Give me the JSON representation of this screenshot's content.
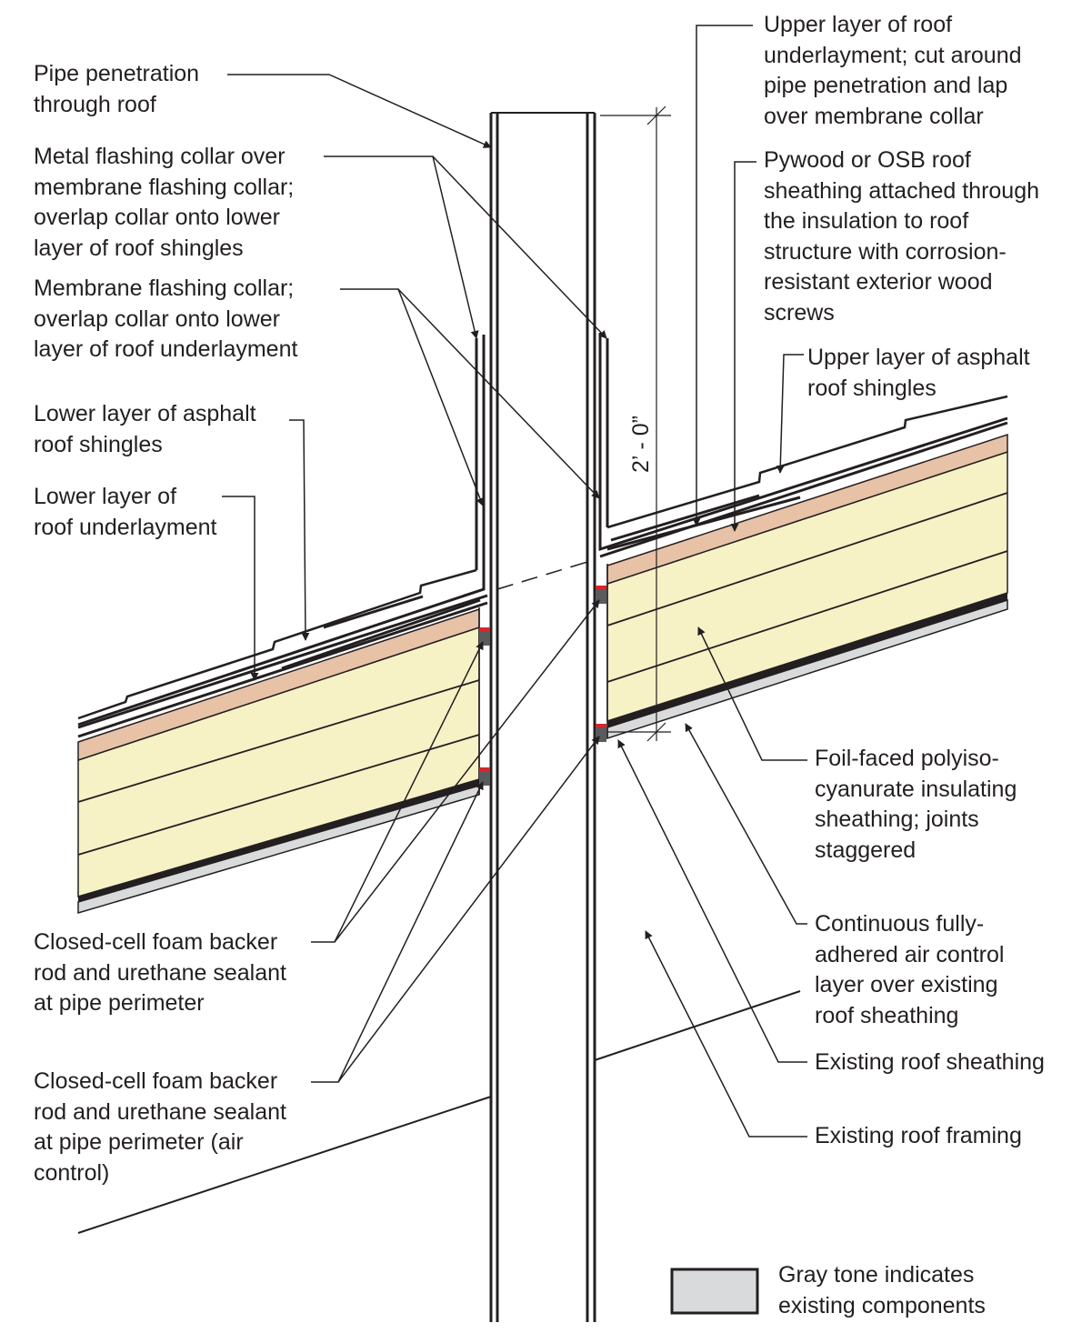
{
  "colors": {
    "line": "#231f20",
    "insulation": "#f7f1c6",
    "wood_sheathing": "#e8c2a6",
    "existing_gray": "#d9dadb",
    "sealant_red": "#d7262b",
    "backer_rod_gray": "#5a5b5d"
  },
  "labels": {
    "pipe_penetration": [
      "Pipe penetration",
      "through roof"
    ],
    "metal_flashing": [
      "Metal flashing collar over",
      "membrane flashing collar;",
      "overlap collar onto lower",
      "layer of roof shingles"
    ],
    "membrane_flashing": [
      "Membrane flashing collar;",
      "overlap collar onto lower",
      "layer of roof underlayment"
    ],
    "lower_shingles": [
      "Lower layer of asphalt",
      "roof shingles"
    ],
    "lower_underlayment": [
      "Lower layer of",
      "roof underlayment"
    ],
    "backer_rod": [
      "Closed-cell foam backer",
      "rod and urethane sealant",
      "at pipe perimeter"
    ],
    "backer_rod_air": [
      "Closed-cell foam backer",
      "rod and urethane sealant",
      "at pipe perimeter (air",
      "control)"
    ],
    "upper_underlayment": [
      "Upper layer of roof",
      "underlayment; cut around",
      "pipe penetration and lap",
      "over membrane collar"
    ],
    "plywood": [
      "Pywood or OSB roof",
      "sheathing attached through",
      "the insulation to roof",
      "structure with corrosion-",
      "resistant exterior wood",
      "screws"
    ],
    "upper_shingles": [
      "Upper layer of asphalt",
      "roof shingles"
    ],
    "polyiso": [
      "Foil-faced polyiso-",
      "cyanurate insulating",
      "sheathing; joints",
      "staggered"
    ],
    "air_control": [
      "Continuous fully-",
      "adhered air control",
      "layer over existing",
      "roof sheathing"
    ],
    "existing_sheathing": [
      "Existing roof sheathing"
    ],
    "existing_framing": [
      "Existing roof framing"
    ],
    "legend": [
      "Gray tone indicates",
      "existing components"
    ]
  },
  "dimension": "2’ - 0”"
}
